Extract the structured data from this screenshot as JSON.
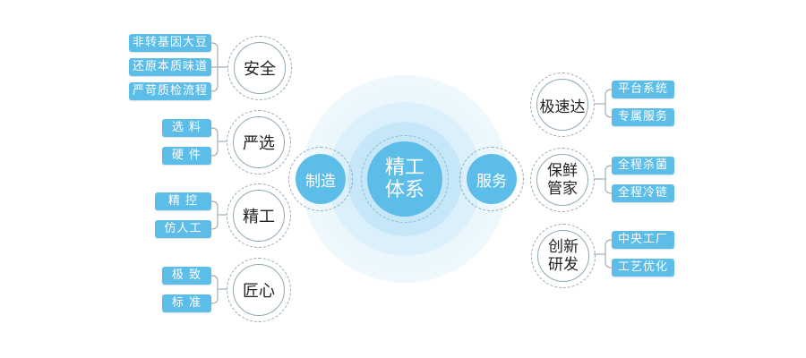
{
  "colors": {
    "tag_bg": "#5cbde9",
    "center_fill": "#5cbde9",
    "halo_outer": "#eef8fd",
    "halo_mid": "#dff1fb",
    "halo_inner": "#c7e8f8",
    "connector": "#9fb0b8"
  },
  "center": {
    "label_line1": "精工",
    "label_line2": "体系"
  },
  "branches": {
    "left": {
      "label": "制造"
    },
    "right": {
      "label": "服务"
    }
  },
  "left_nodes": [
    {
      "label": "安全",
      "tags": [
        "非转基因大豆",
        "还原本质味道",
        "严苛质检流程"
      ]
    },
    {
      "label": "严选",
      "tags": [
        "选 料",
        "硬 件"
      ]
    },
    {
      "label": "精工",
      "tags": [
        "精 控",
        "仿人工"
      ]
    },
    {
      "label": "匠心",
      "tags": [
        "极 致",
        "标 准"
      ]
    }
  ],
  "right_nodes": [
    {
      "label": "极速达",
      "tags": [
        "平台系统",
        "专属服务"
      ]
    },
    {
      "label_line1": "保鲜",
      "label_line2": "管家",
      "tags": [
        "全程杀菌",
        "全程冷链"
      ]
    },
    {
      "label_line1": "创新",
      "label_line2": "研发",
      "tags": [
        "中央工厂",
        "工艺优化"
      ]
    }
  ]
}
